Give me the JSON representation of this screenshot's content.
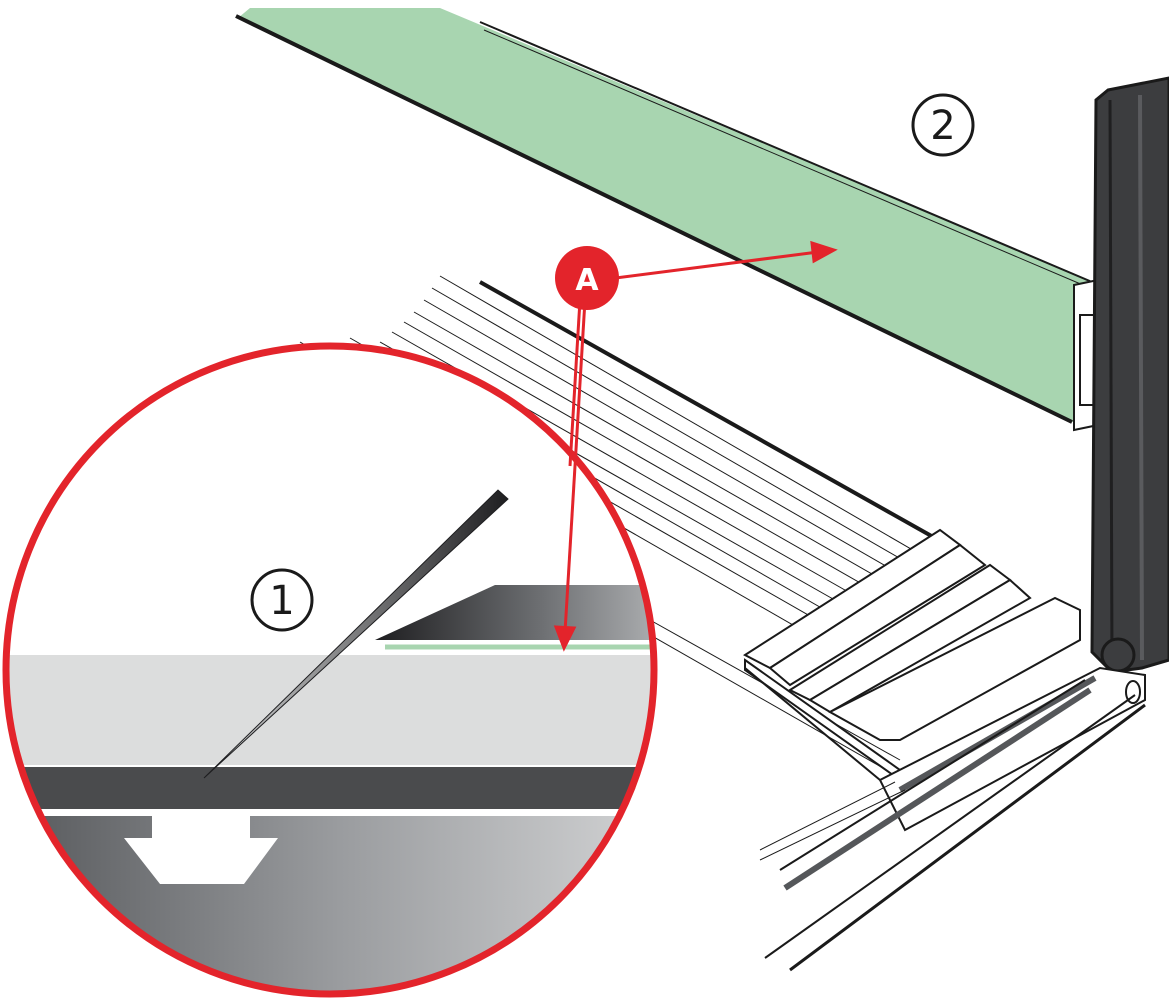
{
  "callouts": {
    "step1": "1",
    "step2": "2",
    "part_a": "A"
  },
  "colors": {
    "accent_red": "#e3242b",
    "panel_green": "#a8d5b0",
    "frame_dark": "#3c3d3f",
    "floor_light": "#dcdddd",
    "strip_dark": "#4a4b4d"
  }
}
